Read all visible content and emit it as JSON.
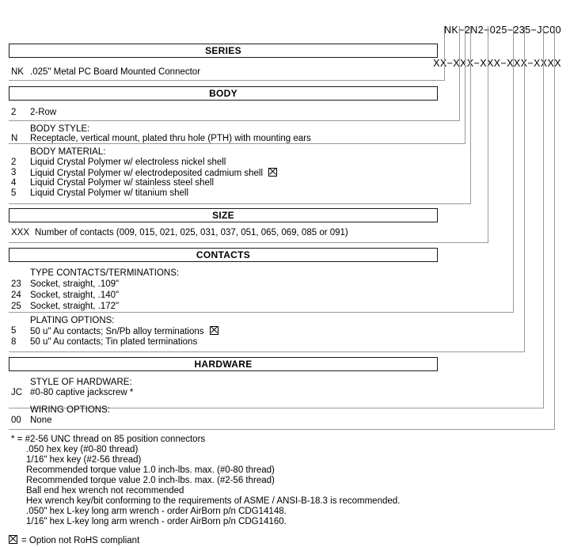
{
  "part_number": {
    "example": "NK−2N2−025−235−JC00",
    "mask": "XX−XXX−XXX−XXX−XXXX"
  },
  "sections": [
    {
      "title": "SERIES",
      "groups": [
        {
          "label": "",
          "rows": [
            {
              "code": "NK",
              "desc": ".025\" Metal PC Board Mounted Connector",
              "rohs": false
            }
          ]
        }
      ]
    },
    {
      "title": "BODY",
      "groups": [
        {
          "label": "",
          "rows": [
            {
              "code": "2",
              "desc": "2-Row",
              "rohs": false
            }
          ]
        },
        {
          "label": "BODY STYLE:",
          "rows": [
            {
              "code": "N",
              "desc": "Receptacle, vertical mount, plated thru hole (PTH) with mounting ears",
              "rohs": false
            }
          ]
        },
        {
          "label": "BODY MATERIAL:",
          "rows": [
            {
              "code": "2",
              "desc": "Liquid Crystal Polymer w/ electroless nickel shell",
              "rohs": false
            },
            {
              "code": "3",
              "desc": "Liquid Crystal Polymer w/ electrodeposited cadmium shell",
              "rohs": true
            },
            {
              "code": "4",
              "desc": "Liquid Crystal Polymer w/ stainless steel shell",
              "rohs": false
            },
            {
              "code": "5",
              "desc": "Liquid Crystal Polymer w/ titanium shell",
              "rohs": false
            }
          ]
        }
      ]
    },
    {
      "title": "SIZE",
      "groups": [
        {
          "label": "",
          "rows": [
            {
              "code": "XXX",
              "desc": "Number of contacts (009, 015, 021, 025, 031, 037, 051, 065, 069, 085 or 091)",
              "rohs": false
            }
          ]
        }
      ]
    },
    {
      "title": "CONTACTS",
      "groups": [
        {
          "label": "TYPE CONTACTS/TERMINATIONS:",
          "rows": [
            {
              "code": "23",
              "desc": "Socket, straight, .109\"",
              "rohs": false
            },
            {
              "code": "24",
              "desc": "Socket, straight, .140\"",
              "rohs": false
            },
            {
              "code": "25",
              "desc": "Socket, straight, .172\"",
              "rohs": false
            }
          ]
        },
        {
          "label": "PLATING OPTIONS:",
          "rows": [
            {
              "code": "5",
              "desc": "50 u\" Au contacts; Sn/Pb alloy terminations",
              "rohs": true
            },
            {
              "code": "8",
              "desc": "50 u\" Au contacts; Tin plated terminations",
              "rohs": false
            }
          ]
        }
      ]
    },
    {
      "title": "HARDWARE",
      "groups": [
        {
          "label": "STYLE OF HARDWARE:",
          "rows": [
            {
              "code": "JC",
              "desc": "#0-80 captive jackscrew *",
              "rohs": false
            }
          ]
        },
        {
          "label": "WIRING OPTIONS:",
          "rows": [
            {
              "code": "00",
              "desc": "None",
              "rohs": false
            }
          ]
        }
      ]
    }
  ],
  "footnotes": [
    "* = #2-56 UNC thread on 85 position connectors",
    ".050 hex key (#0-80 thread)",
    "1/16\" hex key (#2-56 thread)",
    "Recommended torque value 1.0 inch-lbs. max. (#0-80 thread)",
    "Recommended torque value 2.0 inch-lbs. max. (#2-56 thread)",
    "Ball end hex wrench not recommended",
    "Hex wrench key/bit conforming to the requirements of ASME / ANSI-B-18.3 is recommended.",
    ".050\" hex L-key long arm wrench - order AirBorn p/n CDG14148.",
    "1/16\" hex L-key long arm wrench - order AirBorn p/n CDG14160."
  ],
  "legend": "= Option not RoHS compliant",
  "colors": {
    "box_border": "#1a1a1a",
    "rule": "#9a9a9a",
    "text": "#000000",
    "background": "#ffffff"
  }
}
